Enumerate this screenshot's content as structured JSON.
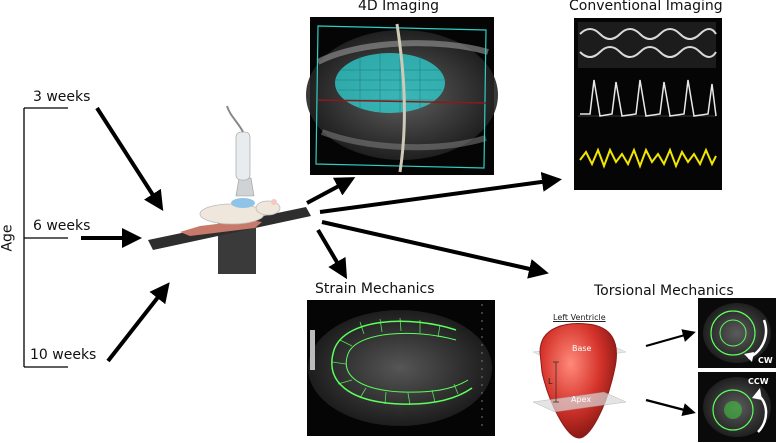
{
  "age": {
    "axis_label": "Age",
    "timepoints": [
      "3 weeks",
      "6 weeks",
      "10 weeks"
    ]
  },
  "panels": {
    "imaging_4d": "4D Imaging",
    "conventional": "Conventional Imaging",
    "strain": "Strain Mechanics",
    "torsional": "Torsional Mechanics"
  },
  "torsion": {
    "ventricle_label": "Left Ventricle",
    "base_label": "Base",
    "apex_label": "Apex",
    "length_label": "L",
    "cw_label": "CW",
    "ccw_label": "CCW"
  },
  "colors": {
    "cyan_mesh": "#2fd3d3",
    "strain_green": "#5cff5c",
    "trace_yellow": "#f2e600",
    "ventricle_red": "#d6342c",
    "arrow": "#000000"
  }
}
